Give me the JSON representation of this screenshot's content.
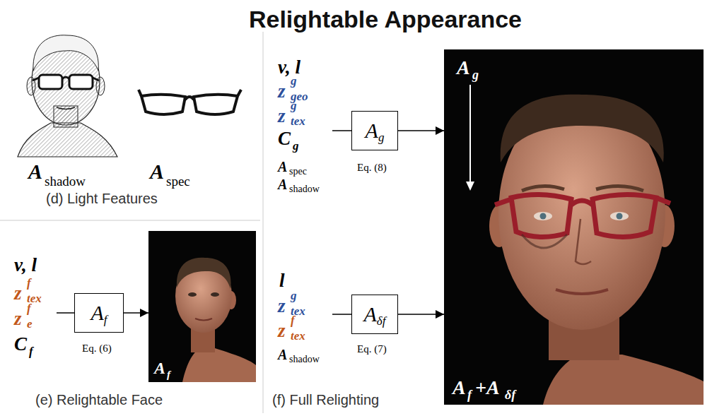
{
  "diagram": {
    "title": "Relightable Appearance",
    "nodes": [
      {
        "text": [
          "A",
          "g"
        ]
      },
      {
        "text": [
          "A",
          "f"
        ]
      },
      {
        "text": [
          "A",
          "δf"
        ]
      },
      {
        "text": [
          "A",
          "f"
        ]
      },
      {
        "text": [
          "A",
          "g",
          "A",
          "f",
          "+A",
          "δf"
        ]
      }
    ],
    "edges": [
      {
        "from": 0,
        "to": 4,
        "arrow": "to"
      },
      {
        "from": 1,
        "to": 3,
        "arrow": "to"
      },
      {
        "from": 2,
        "to": 4,
        "arrow": "to"
      }
    ],
    "labels": [
      "A",
      "shadow",
      "A",
      "spec",
      "(d) Light Features",
      "v, l",
      "z",
      "g",
      "geo",
      "z",
      "g",
      "tex",
      "C",
      "g",
      "A",
      "spec",
      "A",
      "shadow",
      "Eq. (8)",
      "v, l",
      "z",
      "f",
      "tex",
      "z",
      "f",
      "e",
      "C",
      "f",
      "Eq. (6)",
      "(e) Relightable Face",
      "l",
      "z",
      "g",
      "tex",
      "z",
      "f",
      "tex",
      "A",
      "shadow",
      "Eq. (7)",
      "(f) Full Relighting"
    ]
  }
}
